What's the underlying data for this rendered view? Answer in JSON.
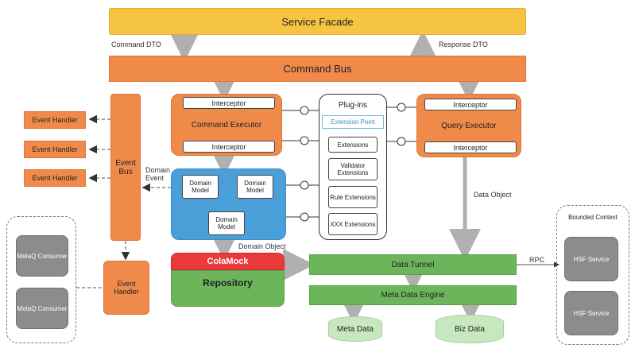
{
  "service_facade": "Service Facade",
  "command_dto": "Command DTO",
  "response_dto": "Response DTO",
  "command_bus": "Command Bus",
  "command_executor": {
    "title": "Command Executor",
    "interceptor_top": "Interceptor",
    "interceptor_bottom": "Interceptor"
  },
  "query_executor": {
    "title": "Query Executor",
    "interceptor_top": "Interceptor",
    "interceptor_bottom": "Interceptor"
  },
  "plugins": {
    "title": "Plug-ins",
    "extension_point": "Extension Point",
    "items": [
      "Extensions",
      "Validator Extensions",
      "Rule Extensions",
      "XXX Extensions"
    ]
  },
  "event_bus": "Event Bus",
  "event_handlers": [
    "Event Handler",
    "Event Handler",
    "Event Handler"
  ],
  "domain_event": "Domain Event",
  "domain_models": [
    "Domain Model",
    "Domain Model",
    "Domain Model"
  ],
  "domain_object": "Domain Object",
  "data_object": "Data Object",
  "cola_mock": "ColaMock",
  "repository": "Repository",
  "data_tunnel": "Data Tunnel",
  "meta_data_engine": "Meta Data Engine",
  "meta_data": "Meta Data",
  "biz_data": "Biz Data",
  "rpc": "RPC",
  "bounded_context": {
    "title": "Bounded Context",
    "services": [
      "HSF Service",
      "HSF Service"
    ]
  },
  "consumers": [
    "MetaQ Consumer",
    "MetaQ Consumer"
  ],
  "event_handler_bottom": "Event Handler"
}
